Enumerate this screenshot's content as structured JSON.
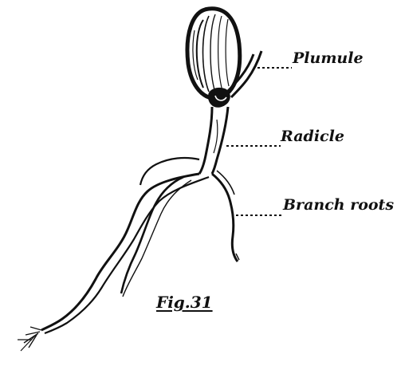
{
  "figure": {
    "caption": "Fig.31",
    "labels": {
      "plumule": "Plumule",
      "radicle": "Radicle",
      "branch_roots": "Branch roots"
    }
  }
}
